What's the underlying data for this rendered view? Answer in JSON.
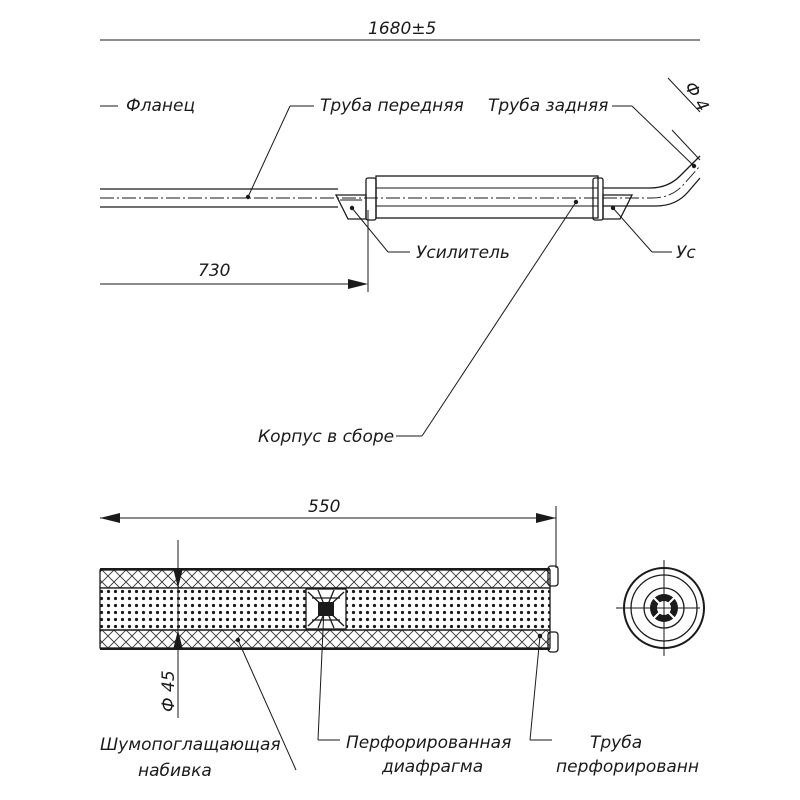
{
  "top_view": {
    "overall_length": "1680±5",
    "flange_length": "730",
    "diameter_partial": "Ф 4",
    "labels": {
      "flange": "Фланец",
      "front_pipe": "Труба передняя",
      "rear_pipe": "Труба задняя",
      "reinforcement_left": "Усилитель",
      "reinforcement_right": "Ус",
      "housing": "Корпус в сборе"
    }
  },
  "section_view": {
    "body_length": "550",
    "pipe_diameter": "Ф 45",
    "labels": {
      "packing_line1": "Шумопоглащающая",
      "packing_line2": "набивка",
      "diaphragm_line1": "Перфорированная",
      "diaphragm_line2": "диафрагма",
      "pipe_line1": "Труба",
      "pipe_line2": "перфорированн"
    }
  }
}
